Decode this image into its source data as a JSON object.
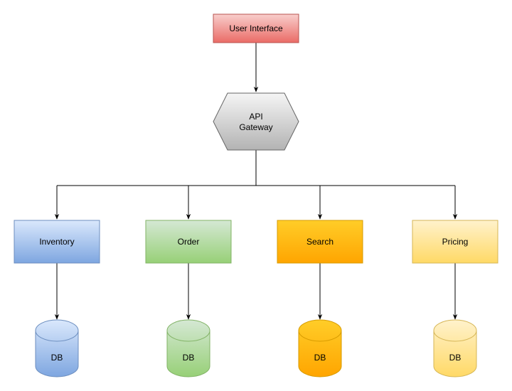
{
  "ui": {
    "label": "User Interface",
    "colors": {
      "fill_top": "#f8cecc",
      "fill_bottom": "#ea6b66",
      "stroke": "#b85450"
    }
  },
  "gateway": {
    "line1": "API",
    "line2": "Gateway",
    "colors": {
      "fill_top": "#f5f5f5",
      "fill_bottom": "#b3b3b3",
      "stroke": "#666666"
    }
  },
  "services": [
    {
      "label": "Inventory",
      "db_label": "DB",
      "colors": {
        "fill_top": "#dae8fc",
        "fill_bottom": "#7ea6e0",
        "stroke": "#6c8ebf"
      }
    },
    {
      "label": "Order",
      "db_label": "DB",
      "colors": {
        "fill_top": "#d5e8d4",
        "fill_bottom": "#97d077",
        "stroke": "#82b366"
      }
    },
    {
      "label": "Search",
      "db_label": "DB",
      "colors": {
        "fill_top": "#ffcd28",
        "fill_bottom": "#ffa500",
        "stroke": "#d79b00"
      }
    },
    {
      "label": "Pricing",
      "db_label": "DB",
      "colors": {
        "fill_top": "#fff2cc",
        "fill_bottom": "#ffd966",
        "stroke": "#d6b656"
      }
    }
  ],
  "edge_color": "#000000"
}
